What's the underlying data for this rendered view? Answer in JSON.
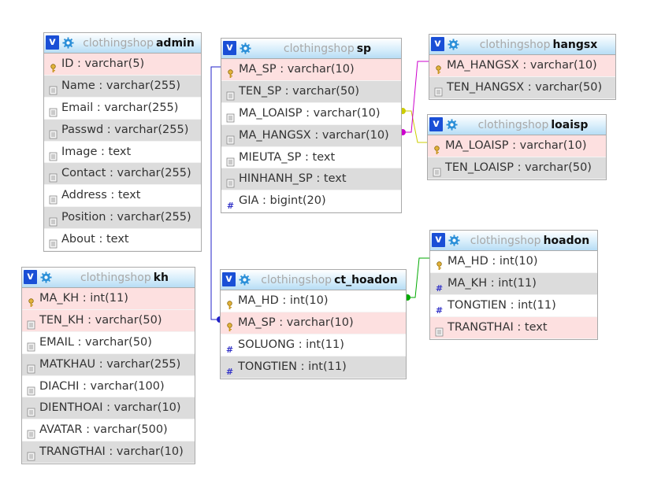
{
  "db_name": "clothingshop",
  "icons": {
    "collapse": "v-collapse-icon",
    "options": "gear-icon",
    "primary_key": "key-icon",
    "text_field": "text-field-icon",
    "numeric_field": "hash-icon"
  },
  "colors": {
    "pk_row": "#fde0e0",
    "header_from": "#ffffff",
    "header_to": "#b7ddf5",
    "v_button": "#1a4fd6"
  },
  "tables": {
    "admin": {
      "name": "admin",
      "fields": [
        {
          "label": "ID : varchar(5)",
          "pk": true,
          "type": "text"
        },
        {
          "label": "Name : varchar(255)",
          "pk": false,
          "type": "text"
        },
        {
          "label": "Email : varchar(255)",
          "pk": false,
          "type": "text"
        },
        {
          "label": "Passwd : varchar(255)",
          "pk": false,
          "type": "text"
        },
        {
          "label": "Image : text",
          "pk": false,
          "type": "text"
        },
        {
          "label": "Contact : varchar(255)",
          "pk": false,
          "type": "text"
        },
        {
          "label": "Address : text",
          "pk": false,
          "type": "text"
        },
        {
          "label": "Position : varchar(255)",
          "pk": false,
          "type": "text"
        },
        {
          "label": "About : text",
          "pk": false,
          "type": "text"
        }
      ]
    },
    "sp": {
      "name": "sp",
      "fields": [
        {
          "label": "MA_SP : varchar(10)",
          "pk": true,
          "type": "text"
        },
        {
          "label": "TEN_SP : varchar(50)",
          "pk": false,
          "type": "text"
        },
        {
          "label": "MA_LOAISP : varchar(10)",
          "pk": false,
          "type": "text"
        },
        {
          "label": "MA_HANGSX : varchar(10)",
          "pk": false,
          "type": "text"
        },
        {
          "label": "MIEUTA_SP : text",
          "pk": false,
          "type": "text"
        },
        {
          "label": "HINHANH_SP : text",
          "pk": false,
          "type": "text"
        },
        {
          "label": "GIA : bigint(20)",
          "pk": false,
          "type": "num"
        }
      ]
    },
    "hangsx": {
      "name": "hangsx",
      "fields": [
        {
          "label": "MA_HANGSX : varchar(10)",
          "pk": true,
          "type": "text"
        },
        {
          "label": "TEN_HANGSX : varchar(50)",
          "pk": false,
          "type": "text"
        }
      ]
    },
    "loaisp": {
      "name": "loaisp",
      "fields": [
        {
          "label": "MA_LOAISP : varchar(10)",
          "pk": true,
          "type": "text"
        },
        {
          "label": "TEN_LOAISP : varchar(50)",
          "pk": false,
          "type": "text"
        }
      ]
    },
    "kh": {
      "name": "kh",
      "fields": [
        {
          "label": "MA_KH : int(11)",
          "pk": true,
          "type": "text"
        },
        {
          "label": "TEN_KH : varchar(50)",
          "pk": false,
          "type": "text",
          "pinkbg": true
        },
        {
          "label": "EMAIL : varchar(50)",
          "pk": false,
          "type": "text"
        },
        {
          "label": "MATKHAU : varchar(255)",
          "pk": false,
          "type": "text"
        },
        {
          "label": "DIACHI : varchar(100)",
          "pk": false,
          "type": "text"
        },
        {
          "label": "DIENTHOAI : varchar(10)",
          "pk": false,
          "type": "text"
        },
        {
          "label": "AVATAR : varchar(500)",
          "pk": false,
          "type": "text"
        },
        {
          "label": "TRANGTHAI : varchar(10)",
          "pk": false,
          "type": "text"
        }
      ]
    },
    "ct_hoadon": {
      "name": "ct_hoadon",
      "fields": [
        {
          "label": "MA_HD : int(10)",
          "pk": true,
          "type": "text",
          "whitebg": true
        },
        {
          "label": "MA_SP : varchar(10)",
          "pk": true,
          "type": "text"
        },
        {
          "label": "SOLUONG : int(11)",
          "pk": false,
          "type": "num"
        },
        {
          "label": "TONGTIEN : int(11)",
          "pk": false,
          "type": "num"
        }
      ]
    },
    "hoadon": {
      "name": "hoadon",
      "fields": [
        {
          "label": "MA_HD : int(10)",
          "pk": true,
          "type": "text",
          "whitebg": true
        },
        {
          "label": "MA_KH : int(11)",
          "pk": false,
          "type": "num"
        },
        {
          "label": "TONGTIEN : int(11)",
          "pk": false,
          "type": "num"
        },
        {
          "label": "TRANGTHAI : text",
          "pk": false,
          "type": "text",
          "pinkbg": true
        }
      ]
    }
  },
  "relations": [
    {
      "from": "sp.MA_SP",
      "to": "ct_hoadon.MA_SP",
      "color": "#2020c8"
    },
    {
      "from": "sp.MA_LOAISP",
      "to": "loaisp.MA_LOAISP",
      "color": "#cccc00"
    },
    {
      "from": "sp.MA_HANGSX",
      "to": "hangsx.MA_HANGSX",
      "color": "#cc00cc"
    },
    {
      "from": "ct_hoadon.MA_HD",
      "to": "hoadon.MA_HD",
      "color": "#00aa00"
    }
  ]
}
